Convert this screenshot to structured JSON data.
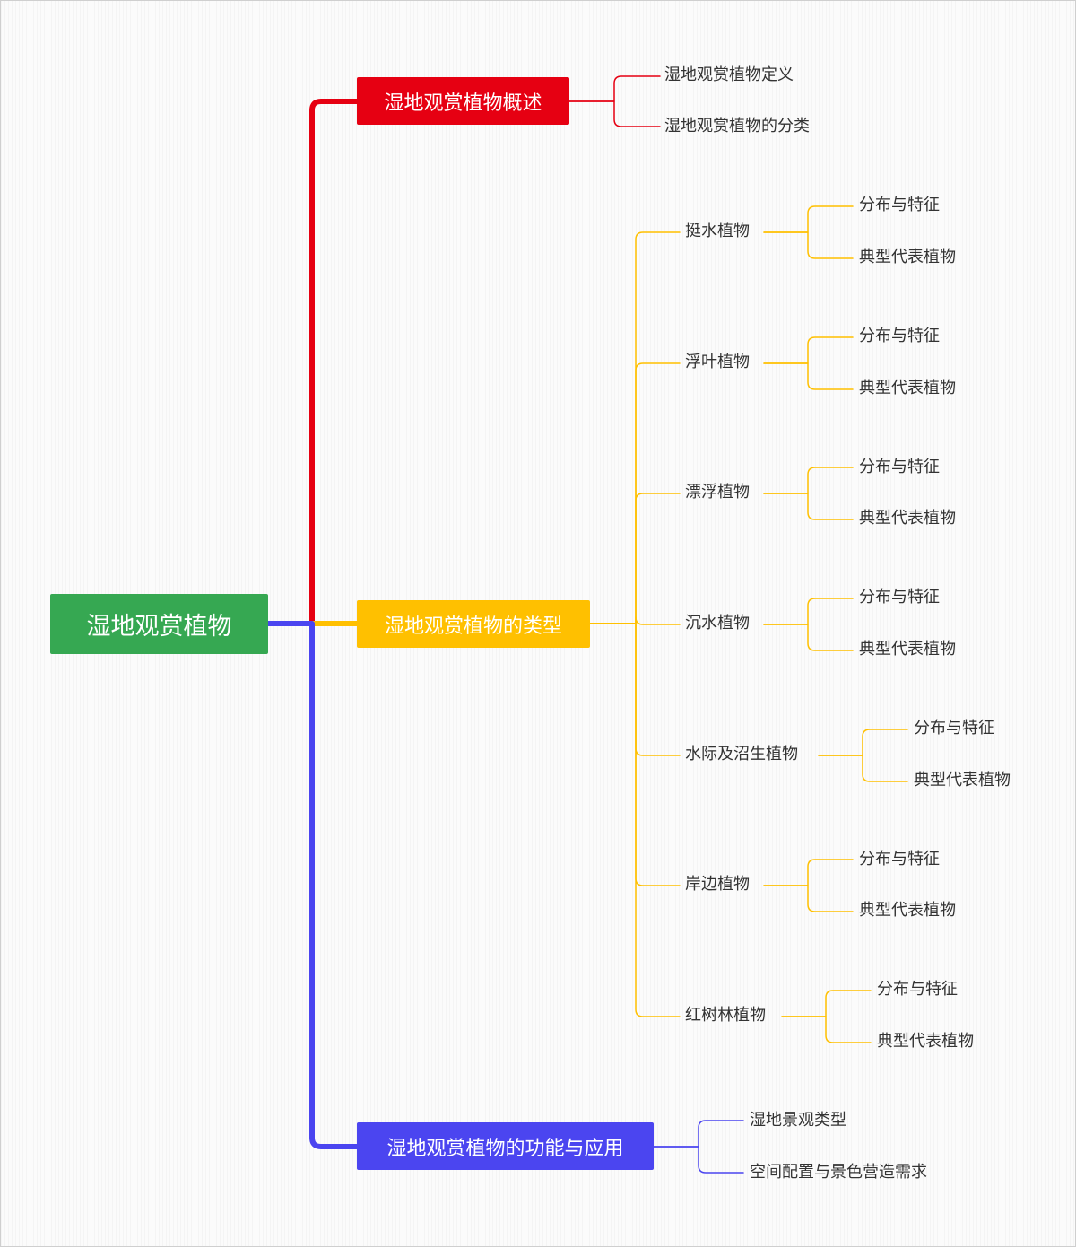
{
  "colors": {
    "root": "#36a852",
    "overview": "#e60012",
    "types": "#ffc000",
    "function": "#4b45f0",
    "text": "#333333"
  },
  "root": {
    "label": "湿地观赏植物"
  },
  "branches": {
    "overview": {
      "label": "湿地观赏植物概述",
      "children": [
        "湿地观赏植物定义",
        "湿地观赏植物的分类"
      ]
    },
    "types": {
      "label": "湿地观赏植物的类型",
      "children": [
        {
          "label": "挺水植物",
          "children": [
            "分布与特征",
            "典型代表植物"
          ]
        },
        {
          "label": "浮叶植物",
          "children": [
            "分布与特征",
            "典型代表植物"
          ]
        },
        {
          "label": "漂浮植物",
          "children": [
            "分布与特征",
            "典型代表植物"
          ]
        },
        {
          "label": "沉水植物",
          "children": [
            "分布与特征",
            "典型代表植物"
          ]
        },
        {
          "label": "水际及沼生植物",
          "children": [
            "分布与特征",
            "典型代表植物"
          ]
        },
        {
          "label": "岸边植物",
          "children": [
            "分布与特征",
            "典型代表植物"
          ]
        },
        {
          "label": "红树林植物",
          "children": [
            "分布与特征",
            "典型代表植物"
          ]
        }
      ]
    },
    "function": {
      "label": "湿地观赏植物的功能与应用",
      "children": [
        "湿地景观类型",
        "空间配置与景色营造需求"
      ]
    }
  }
}
